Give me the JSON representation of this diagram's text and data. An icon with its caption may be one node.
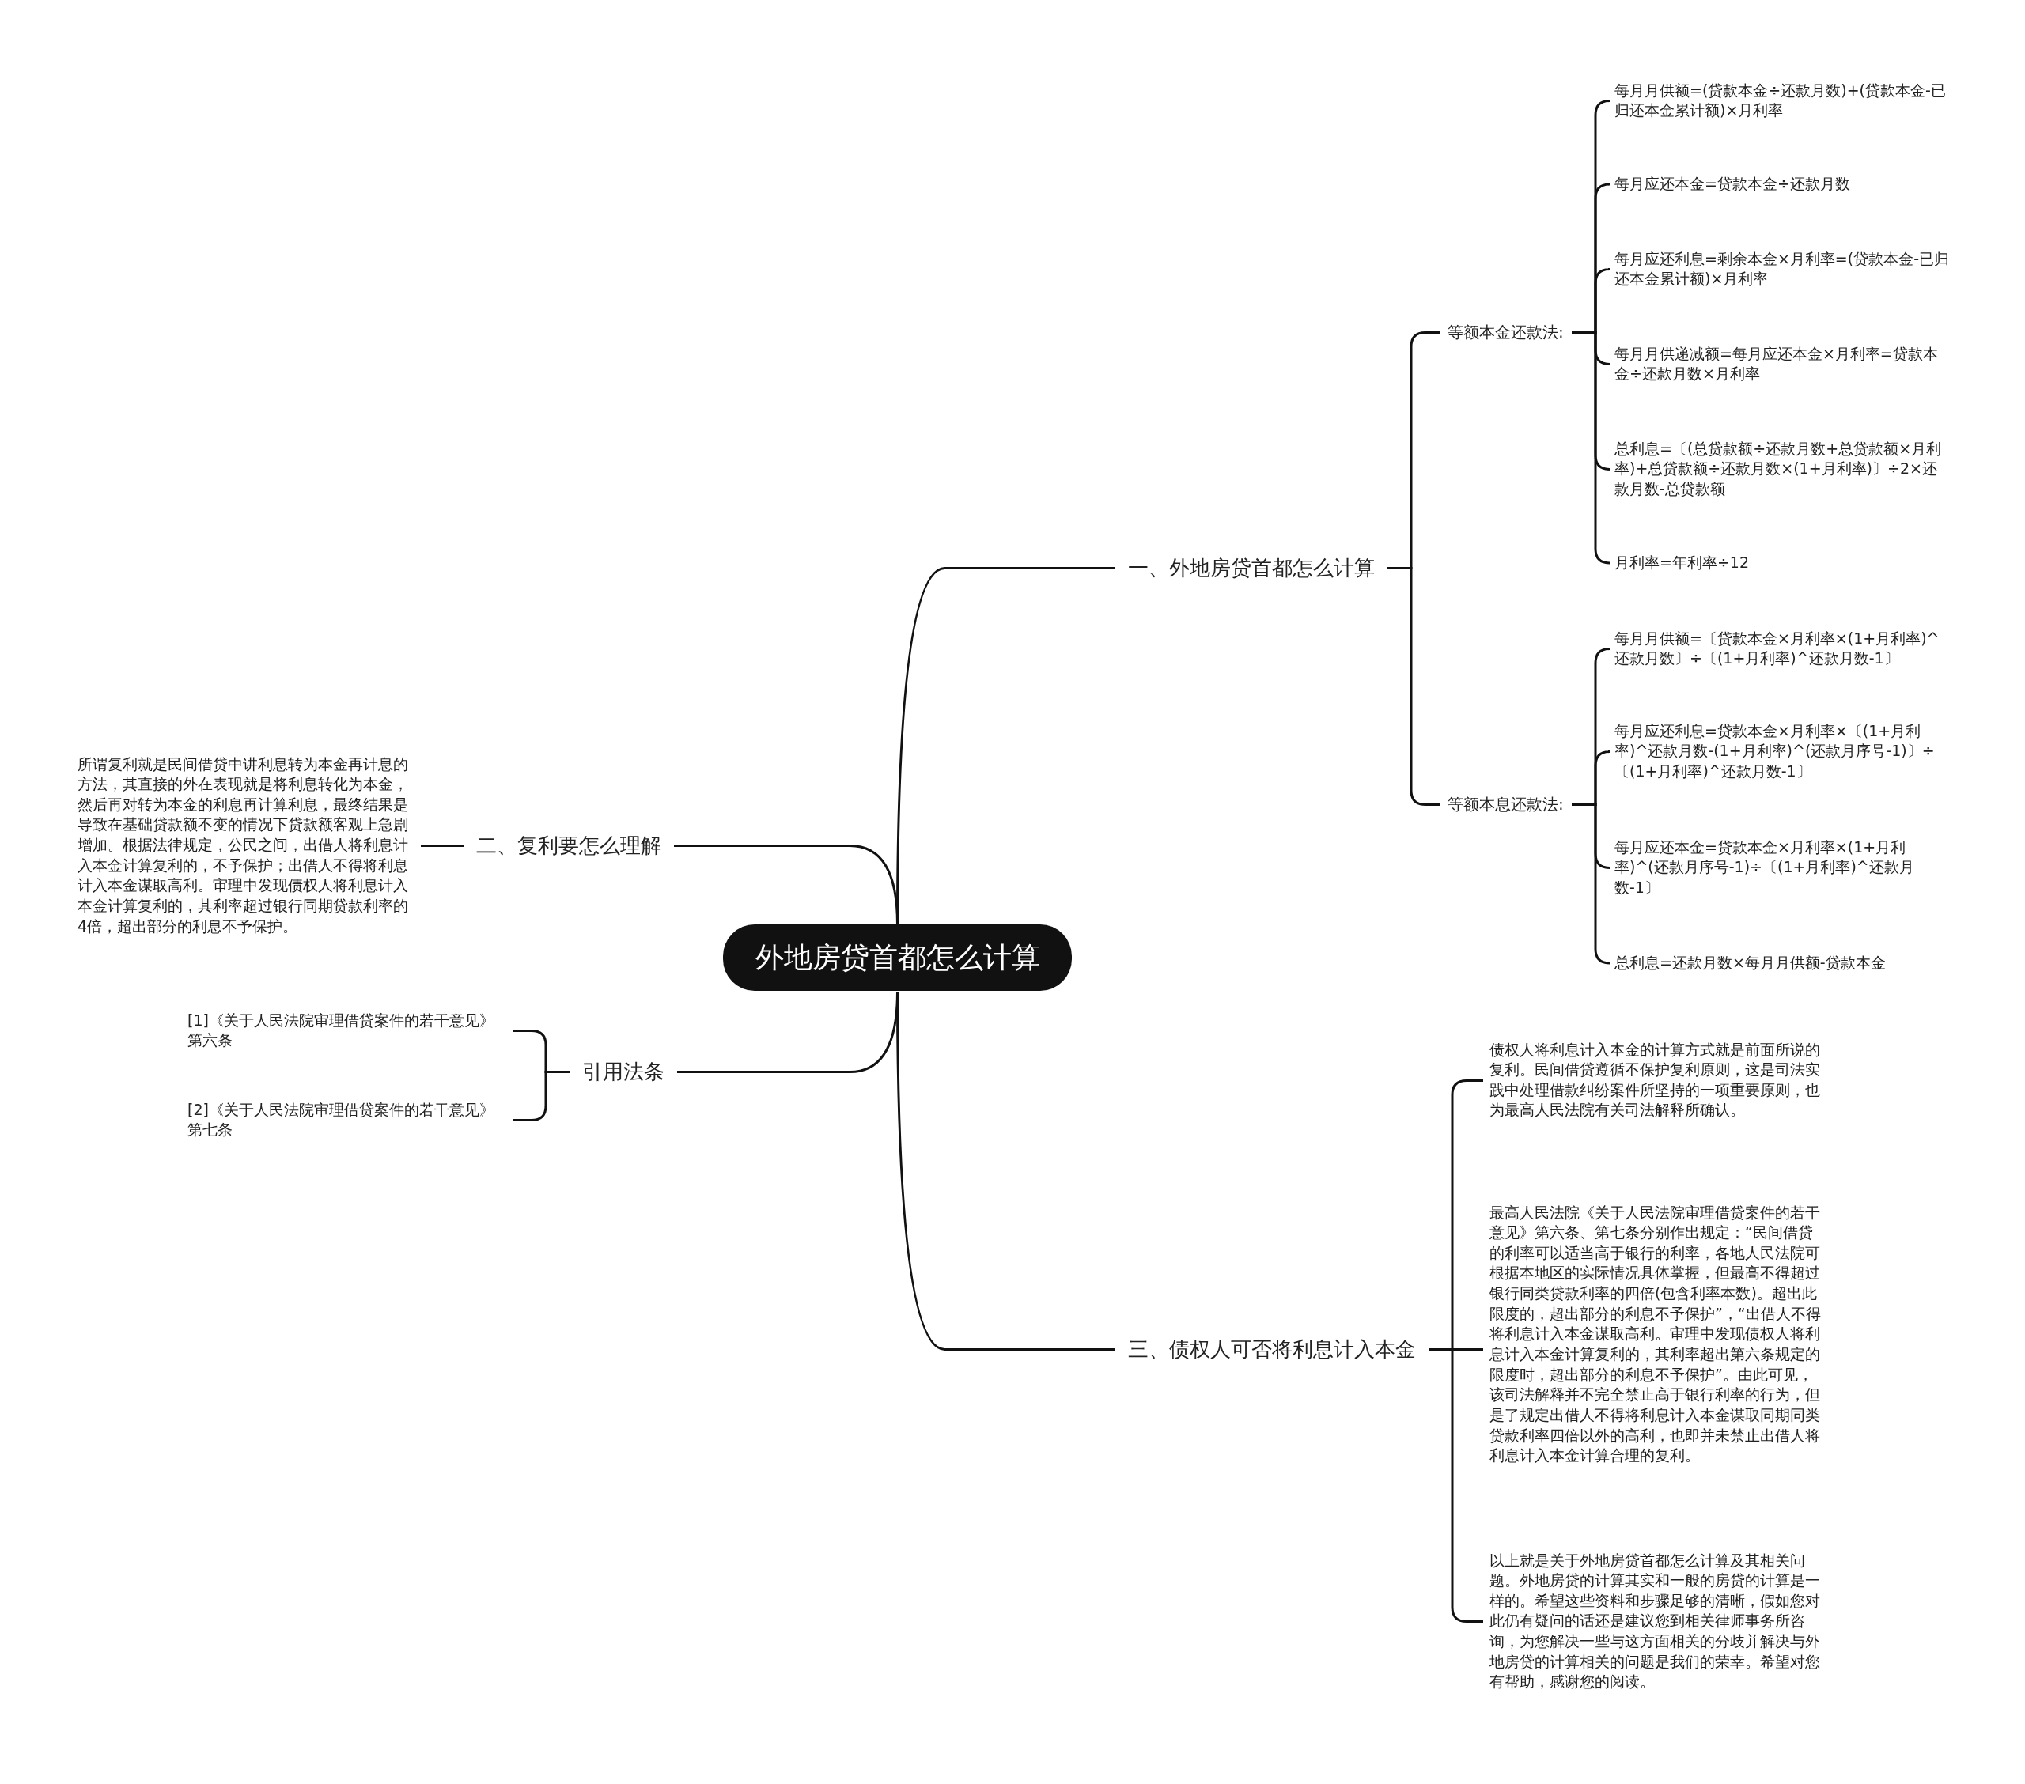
{
  "diagram": {
    "nodes": [
      {
        "text": [
          "外地房贷首都怎么计算"
        ]
      },
      {
        "text": [
          "一、外地房贷首都怎么计算"
        ]
      },
      {
        "text": [
          "等额本金还款法:"
        ]
      },
      {
        "text": [
          "每月月供额=(贷款本金÷还款月数)+(贷款本金-已归还本金累计额)×月利率"
        ]
      },
      {
        "text": [
          "每月应还本金=贷款本金÷还款月数"
        ]
      },
      {
        "text": [
          "每月应还利息=剩余本金×月利率=(贷款本金-已归还本金累计额)×月利率"
        ]
      },
      {
        "text": [
          "每月月供递减额=每月应还本金×月利率=贷款本金÷还款月数×月利率"
        ]
      },
      {
        "text": [
          "总利息=〔(总贷款额÷还款月数+总贷款额×月利率)+总贷款额÷还款月数×(1+月利率)〕÷2×还款月数-总贷款额"
        ]
      },
      {
        "text": [
          "月利率=年利率÷12"
        ]
      },
      {
        "text": [
          "等额本息还款法:"
        ]
      },
      {
        "text": [
          "每月月供额=〔贷款本金×月利率×(1+月利率)^还款月数〕÷〔(1+月利率)^还款月数-1〕"
        ]
      },
      {
        "text": [
          "每月应还利息=贷款本金×月利率×〔(1+月利率)^还款月数-(1+月利率)^(还款月序号-1)〕÷〔(1+月利率)^还款月数-1〕"
        ]
      },
      {
        "text": [
          "每月应还本金=贷款本金×月利率×(1+月利率)^(还款月序号-1)÷〔(1+月利率)^还款月数-1〕"
        ]
      },
      {
        "text": [
          "总利息=还款月数×每月月供额-贷款本金"
        ]
      },
      {
        "text": [
          "二、复利要怎么理解"
        ]
      },
      {
        "text": [
          "所谓复利就是民间借贷中讲利息转为本金再计息的方法，其直接的外在表现就是将利息转化为本金，然后再对转为本金的利息再计算利息，最终结果是导致在基础贷款额不变的情况下贷款额客观上急剧增加。根据法律规定，公民之间，出借人将利息计入本金计算复利的，不予保护；出借人不得将利息计入本金谋取高利。审理中发现债权人将利息计入本金计算复利的，其利率超过银行同期贷款利率的4倍，超出部分的利息不予保护。"
        ]
      },
      {
        "text": [
          "引用法条"
        ]
      },
      {
        "text": [
          "[1]《关于人民法院审理借贷案件的若干意见》第六条"
        ]
      },
      {
        "text": [
          "[2]《关于人民法院审理借贷案件的若干意见》第七条"
        ]
      },
      {
        "text": [
          "三、债权人可否将利息计入本金"
        ]
      },
      {
        "text": [
          "债权人将利息计入本金的计算方式就是前面所说的复利。民间借贷遵循不保护复利原则，这是司法实践中处理借款纠纷案件所坚持的一项重要原则，也为最高人民法院有关司法解释所确认。"
        ]
      },
      {
        "text": [
          "最高人民法院《关于人民法院审理借贷案件的若干意见》第六条、第七条分别作出规定：“民间借贷的利率可以适当高于银行的利率，各地人民法院可根据本地区的实际情况具体掌握，但最高不得超过银行同类贷款利率的四倍(包含利率本数)。超出此限度的，超出部分的利息不予保护”，“出借人不得将利息计入本金谋取高利。审理中发现债权人将利息计入本金计算复利的，其利率超出第六条规定的限度时，超出部分的利息不予保护”。由此可见，该司法解释并不完全禁止高于银行利率的行为，但是了规定出借人不得将利息计入本金谋取同期同类贷款利率四倍以外的高利，也即并未禁止出借人将利息计入本金计算合理的复利。"
        ]
      },
      {
        "text": [
          "以上就是关于外地房贷首都怎么计算及其相关问题。外地房贷的计算其实和一般的房贷的计算是一样的。希望这些资料和步骤足够的清晰，假如您对此仍有疑问的话还是建议您到相关律师事务所咨询，为您解决一些与这方面相关的分歧并解决与外地房贷的计算相关的问题是我们的荣幸。希望对您有帮助，感谢您的阅读。"
        ]
      }
    ],
    "edges": [
      {
        "from": 0,
        "to": 1,
        "arrow": "none"
      },
      {
        "from": 1,
        "to": 2,
        "arrow": "none"
      },
      {
        "from": 2,
        "to": 3,
        "arrow": "none"
      },
      {
        "from": 2,
        "to": 4,
        "arrow": "none"
      },
      {
        "from": 2,
        "to": 5,
        "arrow": "none"
      },
      {
        "from": 2,
        "to": 6,
        "arrow": "none"
      },
      {
        "from": 2,
        "to": 7,
        "arrow": "none"
      },
      {
        "from": 2,
        "to": 8,
        "arrow": "none"
      },
      {
        "from": 1,
        "to": 9,
        "arrow": "none"
      },
      {
        "from": 9,
        "to": 10,
        "arrow": "none"
      },
      {
        "from": 9,
        "to": 11,
        "arrow": "none"
      },
      {
        "from": 9,
        "to": 12,
        "arrow": "none"
      },
      {
        "from": 9,
        "to": 13,
        "arrow": "none"
      },
      {
        "from": 0,
        "to": 14,
        "arrow": "none"
      },
      {
        "from": 14,
        "to": 15,
        "arrow": "none"
      },
      {
        "from": 0,
        "to": 16,
        "arrow": "none"
      },
      {
        "from": 16,
        "to": 17,
        "arrow": "none"
      },
      {
        "from": 16,
        "to": 18,
        "arrow": "none"
      },
      {
        "from": 0,
        "to": 19,
        "arrow": "none"
      },
      {
        "from": 19,
        "to": 20,
        "arrow": "none"
      },
      {
        "from": 19,
        "to": 21,
        "arrow": "none"
      },
      {
        "from": 19,
        "to": 22,
        "arrow": "none"
      }
    ]
  }
}
